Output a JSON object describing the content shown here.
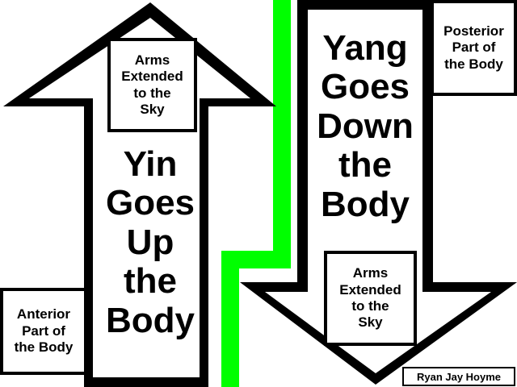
{
  "colors": {
    "divider": "#00ff00",
    "outline": "#000000",
    "fill": "#ffffff"
  },
  "yin": {
    "top_box": "Arms\nExtended\nto the\nSky",
    "main": "Yin\nGoes\nUp\nthe\nBody",
    "side_box": "Anterior\nPart of\nthe Body"
  },
  "yang": {
    "main": "Yang\nGoes\nDown\nthe\nBody",
    "side_box": "Posterior\nPart of\nthe Body",
    "bottom_box": "Arms\nExtended\nto the\nSky"
  },
  "credit": "Ryan Jay Hoyme"
}
